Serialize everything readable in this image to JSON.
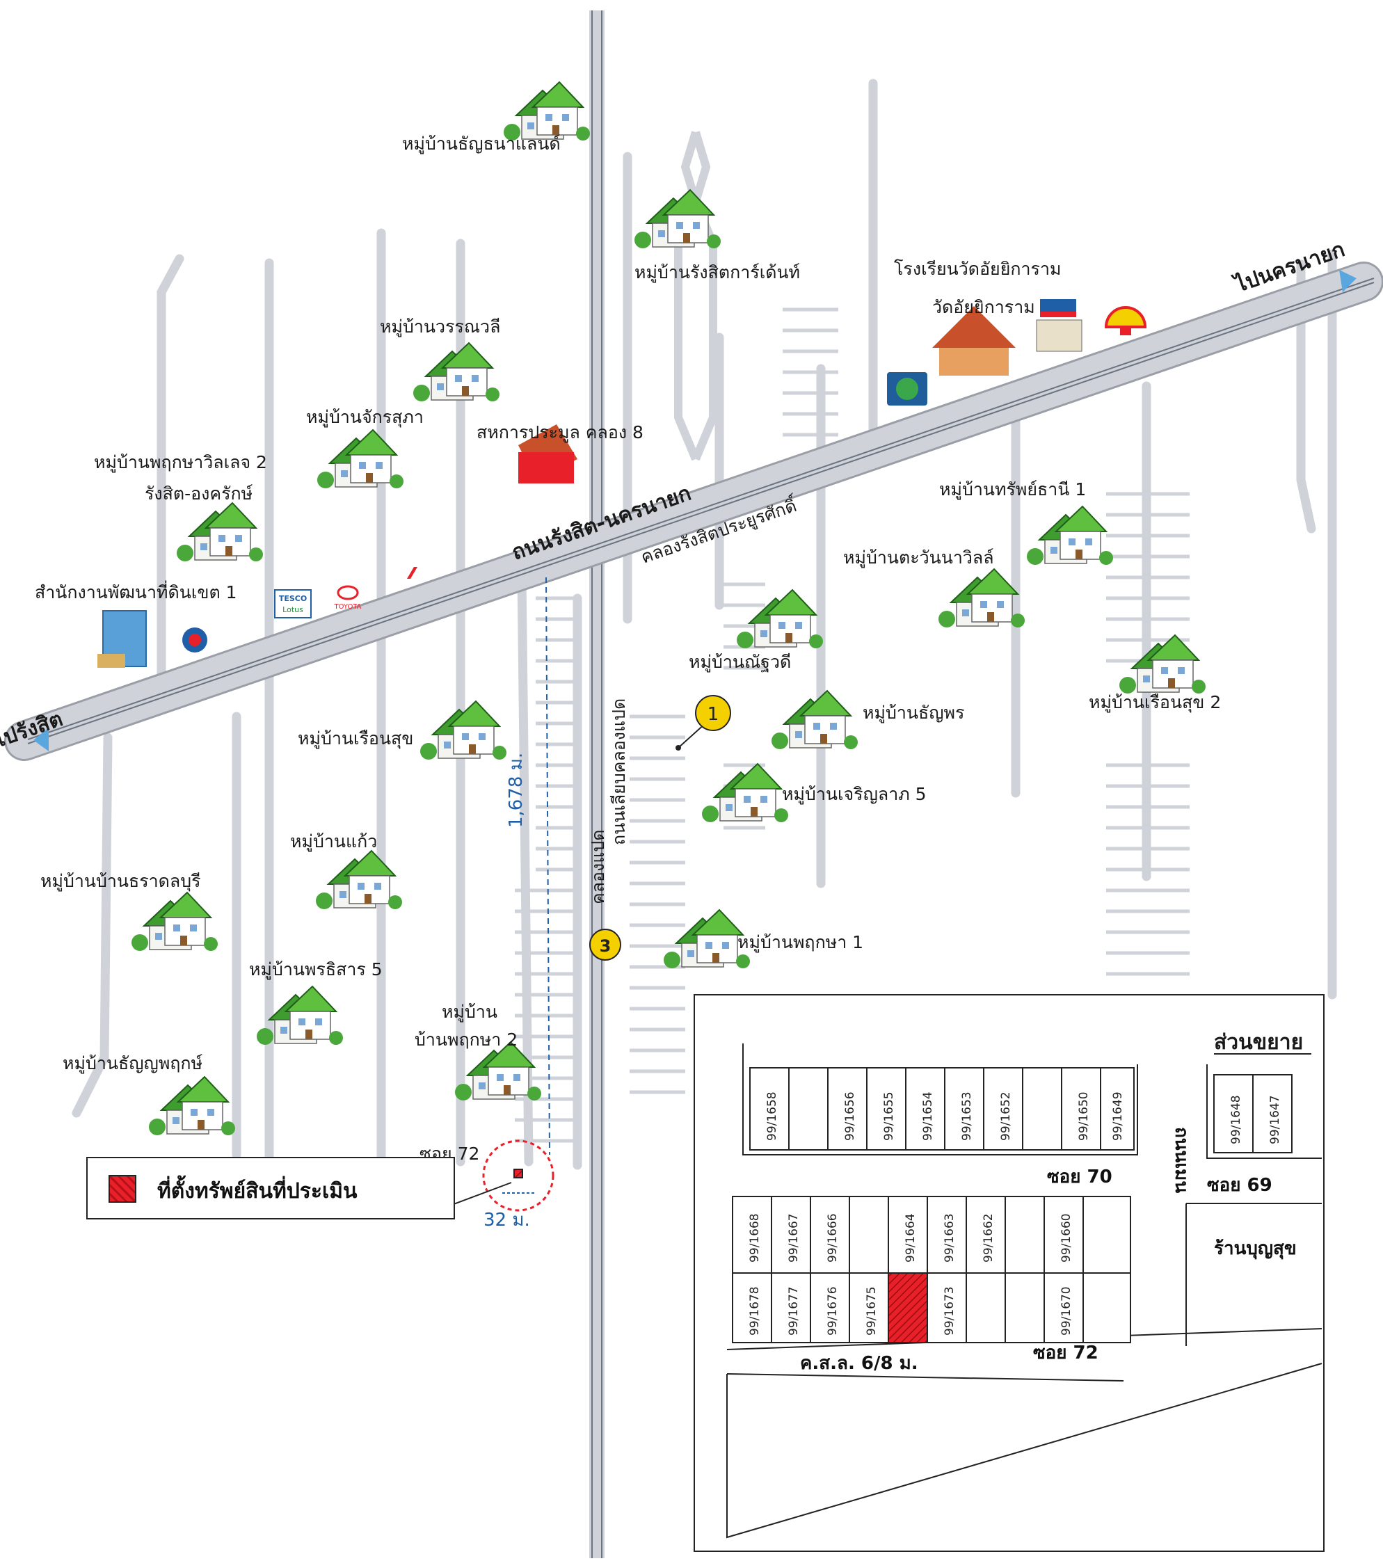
{
  "roads": {
    "main": "ถนนรังสิต-นครนายก",
    "canal": "คลองรังสิตประยูรศักดิ์",
    "to_rangsit": "ไปรังสิต",
    "to_nakhonnayok": "ไปนครนายก",
    "side_canal_road": "ถนนเลียบคลองแปด",
    "canal_8": "คลองแปด"
  },
  "villages": [
    "หมู่บ้านธัญธนาแลนด์",
    "หมู่บ้านรังสิตการ์เด้นท์",
    "หมู่บ้านวรรณวลี",
    "หมู่บ้านจักรสุภา",
    "หมู่บ้านพฤกษาวิลเลจ 2",
    "รังสิต-องครักษ์",
    "หมู่บ้านทรัพย์ธานี 1",
    "หมู่บ้านตะวันนาวิลล์",
    "หมู่บ้านณัฐวดี",
    "หมู่บ้านธัญพร",
    "หมู่บ้านเรือนสุข 2",
    "หมู่บ้านเรือนสุข",
    "หมู่บ้านเจริญลาภ 5",
    "หมู่บ้านแก้ว",
    "หมู่บ้านบ้านธราดลบุรี",
    "หมู่บ้านพฤกษา 1",
    "หมู่บ้านพรธิสาร 5",
    "หมู่บ้าน",
    "บ้านพฤกษา 2",
    "หมู่บ้านธัญญพฤกษ์"
  ],
  "landmarks": {
    "school": "โรงเรียนวัดอัยยิการาม",
    "temple": "วัดอัยยิการาม",
    "coop": "สหการประมูล คลอง 8",
    "land_office": "สำนักงานพัฒนาที่ดินเขต 1",
    "tesco_line1": "TESCO",
    "tesco_line2": "Lotus",
    "toyota": "TOYOTA"
  },
  "distances": {
    "main": "1,678 ม.",
    "soi": "32 ม."
  },
  "markers": {
    "m1": "1",
    "m3": "3"
  },
  "soi_label": "ซอย 72",
  "legend": {
    "text": "ที่ตั้งทรัพย์สินที่ประเมิน"
  },
  "inset": {
    "title": "ส่วนขยาย",
    "road_men": "ถนนเมน",
    "soi70": "ซอย 70",
    "soi69": "ซอย 69",
    "soi72": "ซอย 72",
    "shop": "ร้านบุญสุข",
    "drain": "ค.ส.ล. 6/8 ม.",
    "row1": [
      "99/1658",
      "",
      "99/1656",
      "99/1655",
      "99/1654",
      "99/1653",
      "99/1652",
      "",
      "99/1650",
      "99/1649"
    ],
    "right_pair": [
      "99/1648",
      "99/1647"
    ],
    "row2": [
      "99/1668",
      "99/1667",
      "99/1666",
      "",
      "99/1664",
      "99/1663",
      "99/1662",
      "",
      "99/1660",
      ""
    ],
    "row3": [
      "99/1678",
      "99/1677",
      "99/1676",
      "99/1675",
      "",
      "99/1673",
      "",
      "",
      "99/1670",
      ""
    ]
  },
  "colors": {
    "road": "#cfd2d8",
    "road_edge": "#9a9ea6",
    "canal": "#6b7480",
    "subject": "#e8202a",
    "marker": "#f5d000",
    "distance": "#1f5fa8",
    "house_roof": "#3f9c2f"
  }
}
